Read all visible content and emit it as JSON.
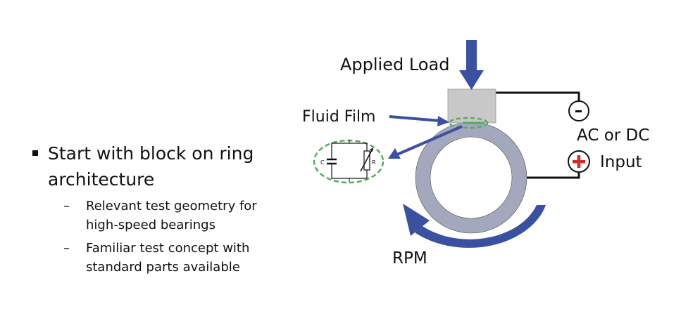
{
  "slide": {
    "bullets": [
      {
        "text": "Start with block on ring architecture",
        "line1": "Start with block on ring",
        "line2": "architecture",
        "sub": [
          {
            "line1": "Relevant test geometry for",
            "line2": "high-speed bearings"
          },
          {
            "line1": "Familiar test concept with",
            "line2": "standard parts available"
          }
        ]
      }
    ],
    "sub_marker": "–"
  },
  "diagram": {
    "labels": {
      "applied_load": "Applied Load",
      "fluid_film": "Fluid Film",
      "ac_or_dc": "AC or DC",
      "input": "Input",
      "rpm": "RPM",
      "capacitor": "C",
      "resistor": "R",
      "minus": "-",
      "plus": "+"
    },
    "colors": {
      "arrow": "#3a50a0",
      "ring": "#a3a8bd",
      "block": "#c8c8c8",
      "film_dashed": "#5aaa5e",
      "plus_red": "#d12a2a",
      "wire": "#111111"
    }
  }
}
